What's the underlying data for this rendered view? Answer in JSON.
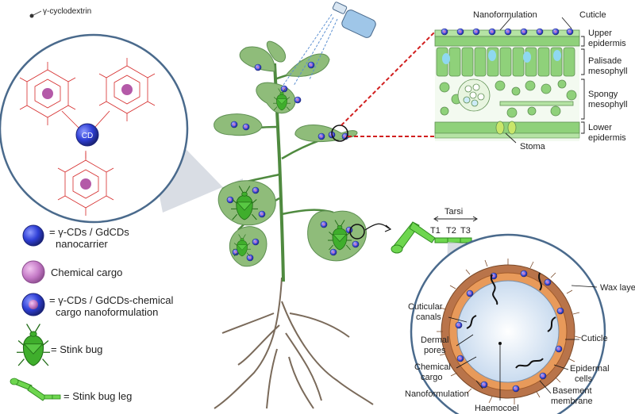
{
  "labels": {
    "cyclodextrin": "γ-cyclodextrin",
    "cd": "CD",
    "nanoformulation_top": "Nanoformulation",
    "cuticle_top": "Cuticle",
    "upper_epidermis_1": "Upper",
    "upper_epidermis_2": "epidermis",
    "palisade_1": "Palisade",
    "palisade_2": "mesophyll",
    "spongy_1": "Spongy",
    "spongy_2": "mesophyll",
    "lower_epidermis_1": "Lower",
    "lower_epidermis_2": "epidermis",
    "stoma": "Stoma",
    "tarsi": "Tarsi",
    "t1": "T1",
    "t2": "T2",
    "t3": "T3",
    "wax_layer": "Wax layer",
    "cuticular_canals_1": "Cuticular",
    "cuticular_canals_2": "canals",
    "dermal_pores_1": "Dermal",
    "dermal_pores_2": "pores",
    "chemical_cargo_1": "Chemical",
    "chemical_cargo_2": "cargo",
    "nanoformulation_bottom": "Nanoformulation",
    "haemocoel": "Haemocoel",
    "cuticle_right": "Cuticle",
    "epidermal_1": "Epidermal",
    "epidermal_2": "cells",
    "basement_1": "Basement",
    "basement_2": "membrane"
  },
  "legend": [
    {
      "line1": "= γ-CDs / GdCDs",
      "line2": "nanocarrier"
    },
    {
      "line1": "Chemical cargo",
      "line2": ""
    },
    {
      "line1": "= γ-CDs / GdCDs-chemical",
      "line2": "cargo nanoformulation"
    },
    {
      "line1": "= Stink bug",
      "line2": ""
    },
    {
      "line1": "= Stink bug leg",
      "line2": ""
    }
  ],
  "colors": {
    "nanocarrier": "#2f3fd6",
    "cargo": "#c479c6",
    "leaf": "#8fbc7a",
    "leaf_dark": "#5e8f52",
    "bug": "#3fae2c",
    "cuticle_ring": "#b9744a",
    "epidermis_ring": "#e89a5a",
    "cell_green": "#8fd17a",
    "magnifier_gray": "#c9cfd8",
    "red_zoom": "#d11f1f",
    "molecule": "#d52a2a"
  },
  "icons": [
    "spray-bottle-icon",
    "stink-bug-icon",
    "stink-bug-leg-icon"
  ]
}
